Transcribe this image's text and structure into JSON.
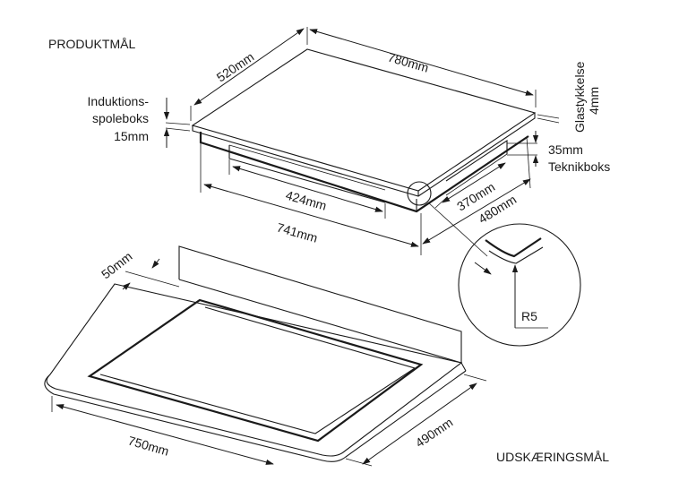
{
  "headings": {
    "product": "PRODUKTMÅL",
    "cutout": "UDSKÆRINGSMÅL"
  },
  "product": {
    "depth": "520mm",
    "width": "780mm",
    "glass_line1": "Glastykkelse",
    "glass_line2": "4mm",
    "coil_line1": "Induktions-",
    "coil_line2": "spoleboks",
    "coil_line3": "15mm",
    "tech_line1": "35mm",
    "tech_line2": "Teknikboks",
    "inner_width": "424mm",
    "base_width": "741mm",
    "inner_depth": "370mm",
    "base_depth": "480mm",
    "radius": "R5"
  },
  "cutout": {
    "rear_gap": "50mm",
    "width": "750mm",
    "depth": "490mm"
  }
}
